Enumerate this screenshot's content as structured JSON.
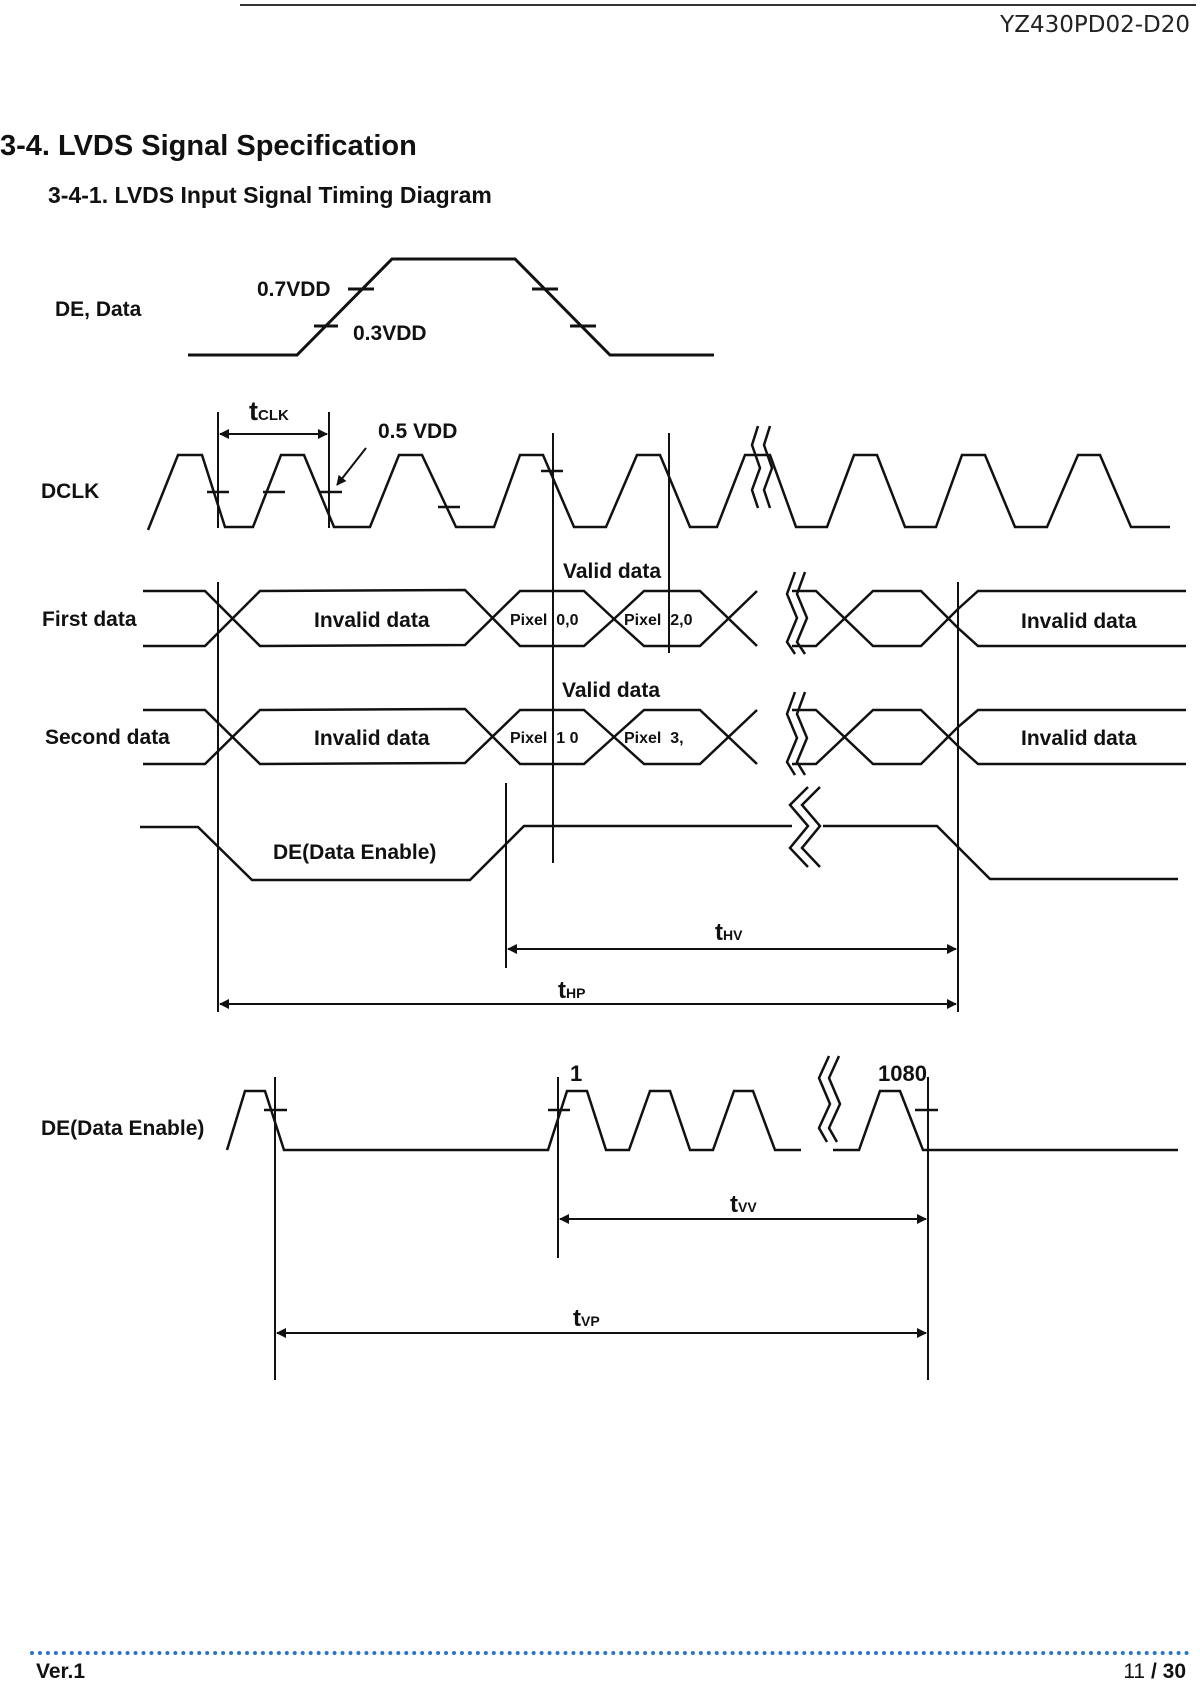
{
  "header": {
    "doc_id": "YZ430PD02-D20"
  },
  "section": {
    "title": "3-4. LVDS Signal Specification",
    "subtitle": "3-4-1. LVDS Input Signal Timing Diagram"
  },
  "diagram": {
    "de_data_label": "DE, Data",
    "vdd_07": "0.7VDD",
    "vdd_03": "0.3VDD",
    "tclk_main": "t",
    "tclk_sub": "CLK",
    "vdd_05": "0.5 VDD",
    "dclk_label": "DCLK",
    "first_data_label": "First data",
    "second_data_label": "Second data",
    "valid_data": "Valid data",
    "invalid_data": "Invalid data",
    "pixel_00": "Pixel  0,0",
    "pixel_20": "Pixel  2,0",
    "pixel_10": "Pixel  1 0",
    "pixel_3": "Pixel  3,",
    "de_data_enable_inner": "DE(Data Enable)",
    "thv_main": "t",
    "thv_sub": "HV",
    "thp_main": "t",
    "thp_sub": "HP",
    "de_data_enable_label": "DE(Data Enable)",
    "line_first": "1",
    "line_last": "1080",
    "tvv_main": "t",
    "tvv_sub": "VV",
    "tvp_main": "t",
    "tvp_sub": "VP",
    "accent_color": "#d42020"
  },
  "footer": {
    "version": "Ver.1",
    "page_current": "11",
    "page_sep": " / ",
    "page_total": "30"
  }
}
